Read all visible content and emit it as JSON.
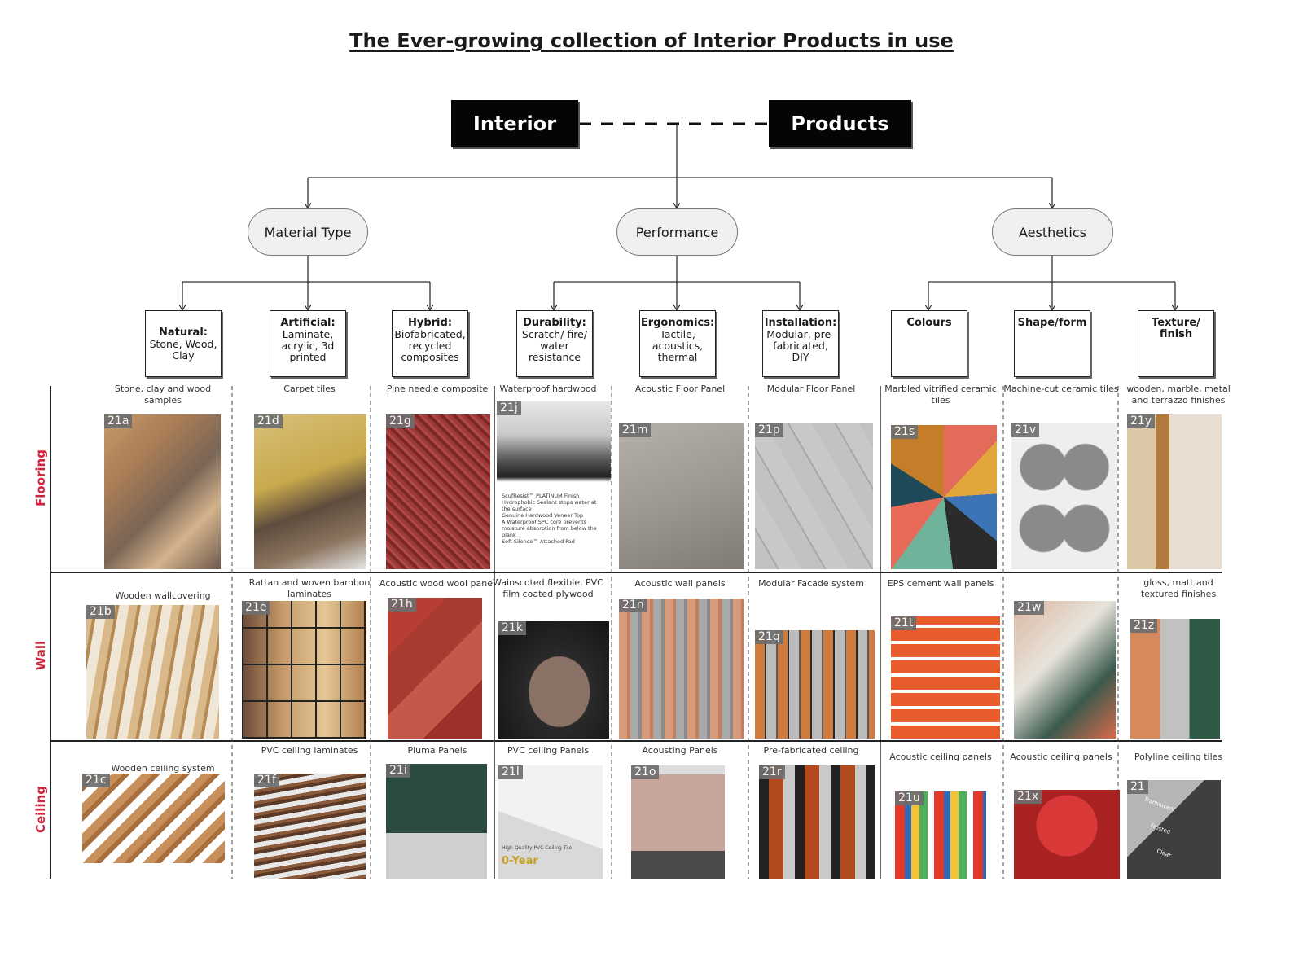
{
  "title": "The Ever-growing collection of Interior Products in use",
  "root": {
    "left": "Interior",
    "right": "Products"
  },
  "categories": [
    "Material Type",
    "Performance",
    "Aesthetics"
  ],
  "subcategories": [
    {
      "head": "Natural:",
      "body": "Stone, Wood, Clay"
    },
    {
      "head": "Artificial:",
      "body": "Laminate, acrylic, 3d printed"
    },
    {
      "head": "Hybrid:",
      "body": "Biofabricated, recycled composites"
    },
    {
      "head": "Durability:",
      "body": "Scratch/ fire/ water resistance"
    },
    {
      "head": "Ergonomics:",
      "body": "Tactile, acoustics, thermal"
    },
    {
      "head": "Installation:",
      "body": "Modular, pre-fabricated, DIY"
    },
    {
      "head": "Colours",
      "body": ""
    },
    {
      "head": "Shape/form",
      "body": ""
    },
    {
      "head": "Texture/ finish",
      "body": ""
    }
  ],
  "rows": [
    "Flooring",
    "Wall",
    "Ceiling"
  ],
  "colors": {
    "row_label": "#d0253f",
    "badge": "#6e6e6e",
    "root_box": "#050505"
  },
  "cells": [
    {
      "caption": "Stone, clay and wood samples",
      "code": "21a"
    },
    {
      "caption": "Carpet tiles",
      "code": "21d"
    },
    {
      "caption": "Pine needle composite",
      "code": "21g"
    },
    {
      "caption": "Waterproof hardwood",
      "code": "21j"
    },
    {
      "caption": "Acoustic Floor Panel",
      "code": "21m"
    },
    {
      "caption": "Modular Floor Panel",
      "code": "21p"
    },
    {
      "caption": "Marbled vitrified ceramic tiles",
      "code": "21s"
    },
    {
      "caption": "Machine-cut ceramic tiles",
      "code": "21v"
    },
    {
      "caption": "wooden, marble, metal and terrazzo finishes",
      "code": "21y"
    },
    {
      "caption": "Wooden wallcovering",
      "code": "21b"
    },
    {
      "caption": "Rattan and woven bamboo laminates",
      "code": "21e"
    },
    {
      "caption": "Acoustic wood wool panel",
      "code": "21h"
    },
    {
      "caption": "Wainscoted flexible, PVC film coated plywood",
      "code": "21k"
    },
    {
      "caption": "Acoustic wall panels",
      "code": "21n"
    },
    {
      "caption": "Modular Facade system",
      "code": "21q"
    },
    {
      "caption": "EPS cement wall panels",
      "code": "21t"
    },
    {
      "caption": "",
      "code": "21w"
    },
    {
      "caption": "gloss, matt and textured finishes",
      "code": "21z"
    },
    {
      "caption": "Wooden ceiling system",
      "code": "21c"
    },
    {
      "caption": "PVC ceiling laminates",
      "code": "21f"
    },
    {
      "caption": "Pluma Panels",
      "code": "21i"
    },
    {
      "caption": "PVC ceiling Panels",
      "code": "21l"
    },
    {
      "caption": "Acousting Panels",
      "code": "21o"
    },
    {
      "caption": "Pre-fabricated ceiling",
      "code": "21r"
    },
    {
      "caption": "Acoustic ceiling panels",
      "code": "21u"
    },
    {
      "caption": "Acoustic ceiling panels",
      "code": "21x"
    },
    {
      "caption": "Polyline ceiling tiles",
      "code": "21"
    }
  ],
  "image_text": {
    "waterproof_bullets": [
      "ScufResist™ PLATINUM Finish",
      "Hydrophobic Sealant stops water at the surface",
      "Genuine Hardwood Veneer Top",
      "A Waterproof SPC core prevents moisture absorption from below the plank",
      "Soft Silence™ Attached Pad"
    ],
    "pvc_panel_text": "High-Quality PVC Ceiling Tile",
    "pvc_year": "0-Year",
    "polyline_labels": [
      "Translucent",
      "Frosted",
      "Clear"
    ]
  }
}
